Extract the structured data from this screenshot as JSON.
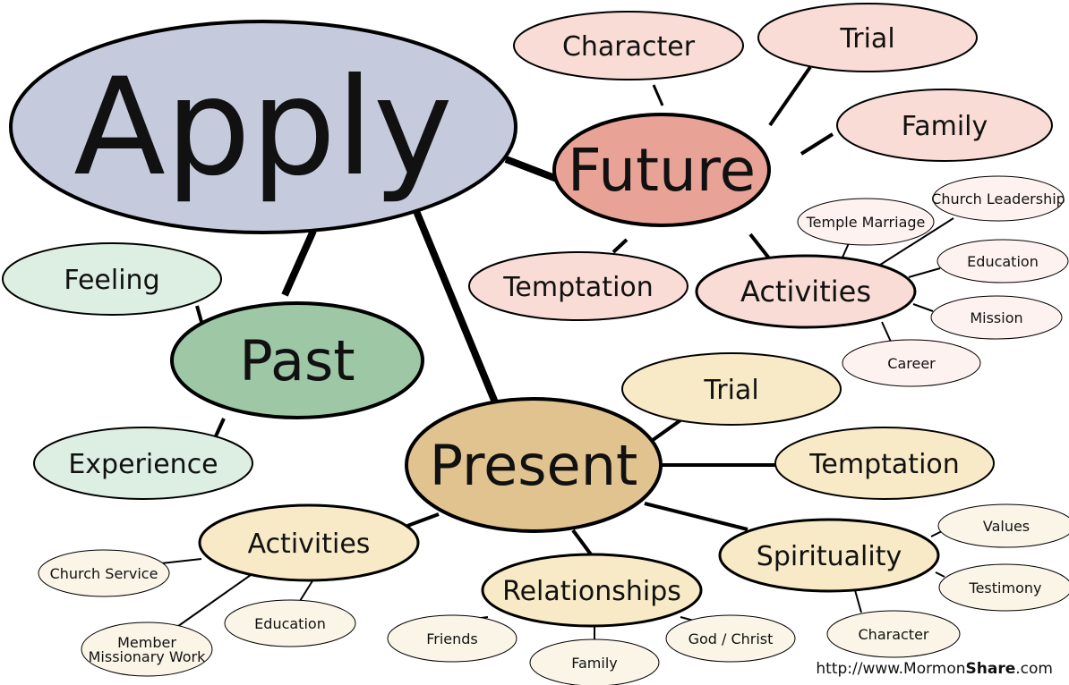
{
  "colors": {
    "apply": "#c5cadd",
    "future": "#e9a396",
    "future_child": "#f9dcd5",
    "future_leaf": "#fdf2ef",
    "past": "#9dc7a5",
    "past_child": "#ddeee3",
    "present": "#e0c38f",
    "present_child": "#f8eac6",
    "present_leaf": "#fbf5e8",
    "stroke": "#000000"
  },
  "nodes": {
    "apply": "Apply",
    "future": "Future",
    "future_character": "Character",
    "future_trial": "Trial",
    "future_family": "Family",
    "future_temptation": "Temptation",
    "future_activities": "Activities",
    "temple_marriage": "Temple Marriage",
    "church_leadership": "Church Leadership",
    "future_education": "Education",
    "mission": "Mission",
    "career": "Career",
    "past": "Past",
    "feeling": "Feeling",
    "experience": "Experience",
    "present": "Present",
    "present_trial": "Trial",
    "present_temptation": "Temptation",
    "spirituality": "Spirituality",
    "values": "Values",
    "testimony": "Testimony",
    "present_character": "Character",
    "relationships": "Relationships",
    "friends": "Friends",
    "present_family": "Family",
    "god_christ": "God / Christ",
    "present_activities": "Activities",
    "church_service": "Church Service",
    "present_education": "Education",
    "member_missionary_1": "Member",
    "member_missionary_2": "Missionary Work"
  },
  "footer": {
    "url_prefix": "http://www.",
    "url_mid": "Mormon",
    "url_bold": "Share",
    "url_suffix": ".com"
  }
}
